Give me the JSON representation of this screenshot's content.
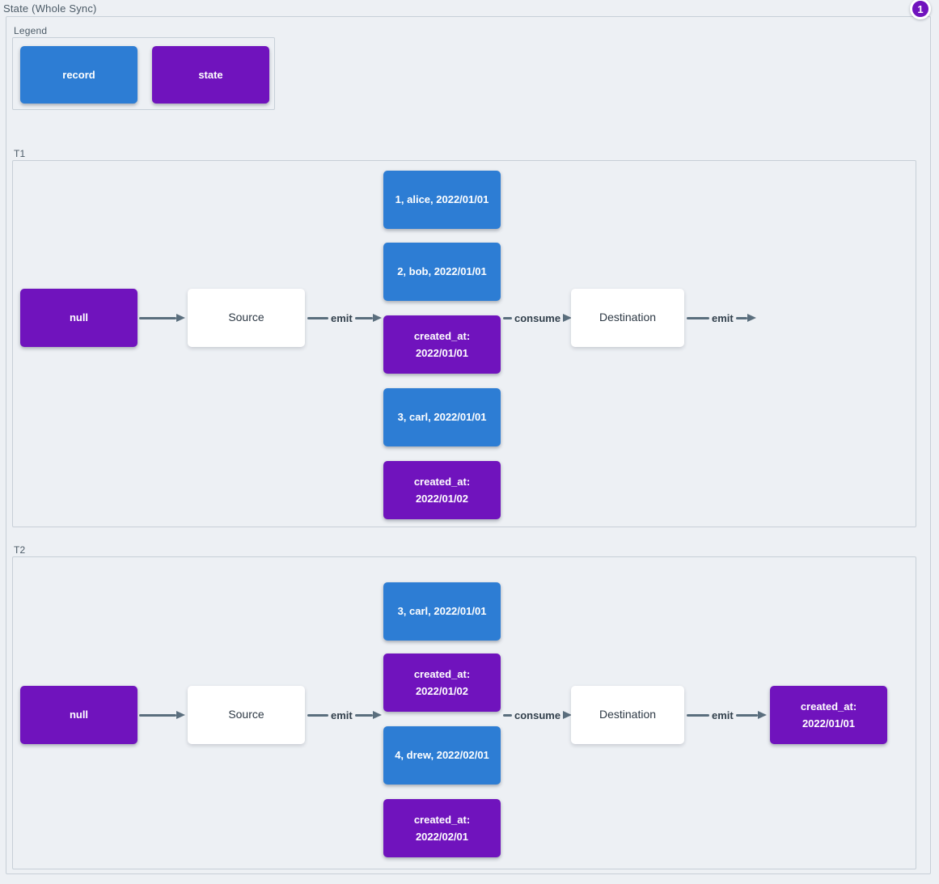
{
  "title": "State (Whole Sync)",
  "badge": {
    "value": "1"
  },
  "colors": {
    "record": "#2d7dd4",
    "state": "#7013bd",
    "edge": "#5a6e7d",
    "edge_label": "#32404c",
    "group_border": "#c7cfd7",
    "group_label": "#4b5a66",
    "page_bg": "#edf0f4",
    "node_text_dark": "#2c3844"
  },
  "legend": {
    "label": "Legend",
    "items": [
      {
        "label": "record",
        "type": "record"
      },
      {
        "label": "state",
        "type": "state"
      }
    ]
  },
  "sections": [
    {
      "label": "T1",
      "input": {
        "label": "null",
        "type": "state"
      },
      "source": {
        "label": "Source"
      },
      "emit_label": "emit",
      "stack": [
        {
          "label": "1, alice, 2022/01/01",
          "type": "record"
        },
        {
          "label": "2, bob, 2022/01/01",
          "type": "record"
        },
        {
          "label": "created_at:\n2022/01/01",
          "type": "state"
        },
        {
          "label": "3, carl, 2022/01/01",
          "type": "record"
        },
        {
          "label": "created_at:\n2022/01/02",
          "type": "state"
        }
      ],
      "consume_label": "consume",
      "destination": {
        "label": "Destination"
      },
      "emit_out_label": "emit"
    },
    {
      "label": "T2",
      "input": {
        "label": "null",
        "type": "state"
      },
      "source": {
        "label": "Source"
      },
      "emit_label": "emit",
      "stack": [
        {
          "label": "3, carl, 2022/01/01",
          "type": "record"
        },
        {
          "label": "created_at:\n2022/01/02",
          "type": "state"
        },
        {
          "label": "4, drew, 2022/02/01",
          "type": "record"
        },
        {
          "label": "created_at:\n2022/02/01",
          "type": "state"
        }
      ],
      "consume_label": "consume",
      "destination": {
        "label": "Destination"
      },
      "emit_out_label": "emit",
      "output": {
        "label": "created_at:\n2022/01/01",
        "type": "state"
      }
    }
  ]
}
